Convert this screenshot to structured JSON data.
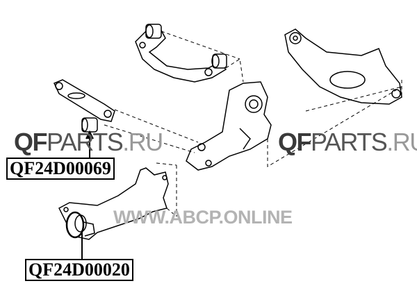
{
  "watermarks": {
    "left": {
      "bold": "QF",
      "thin": "PARTS",
      "suffix": ".RU"
    },
    "right": {
      "bold": "QF",
      "thin": "PARTS",
      "suffix": ".RU"
    },
    "site": "WWW.ABCP.ONLINE"
  },
  "part_labels": [
    {
      "code": "QF24D00069"
    },
    {
      "code": "QF24D00020"
    }
  ]
}
